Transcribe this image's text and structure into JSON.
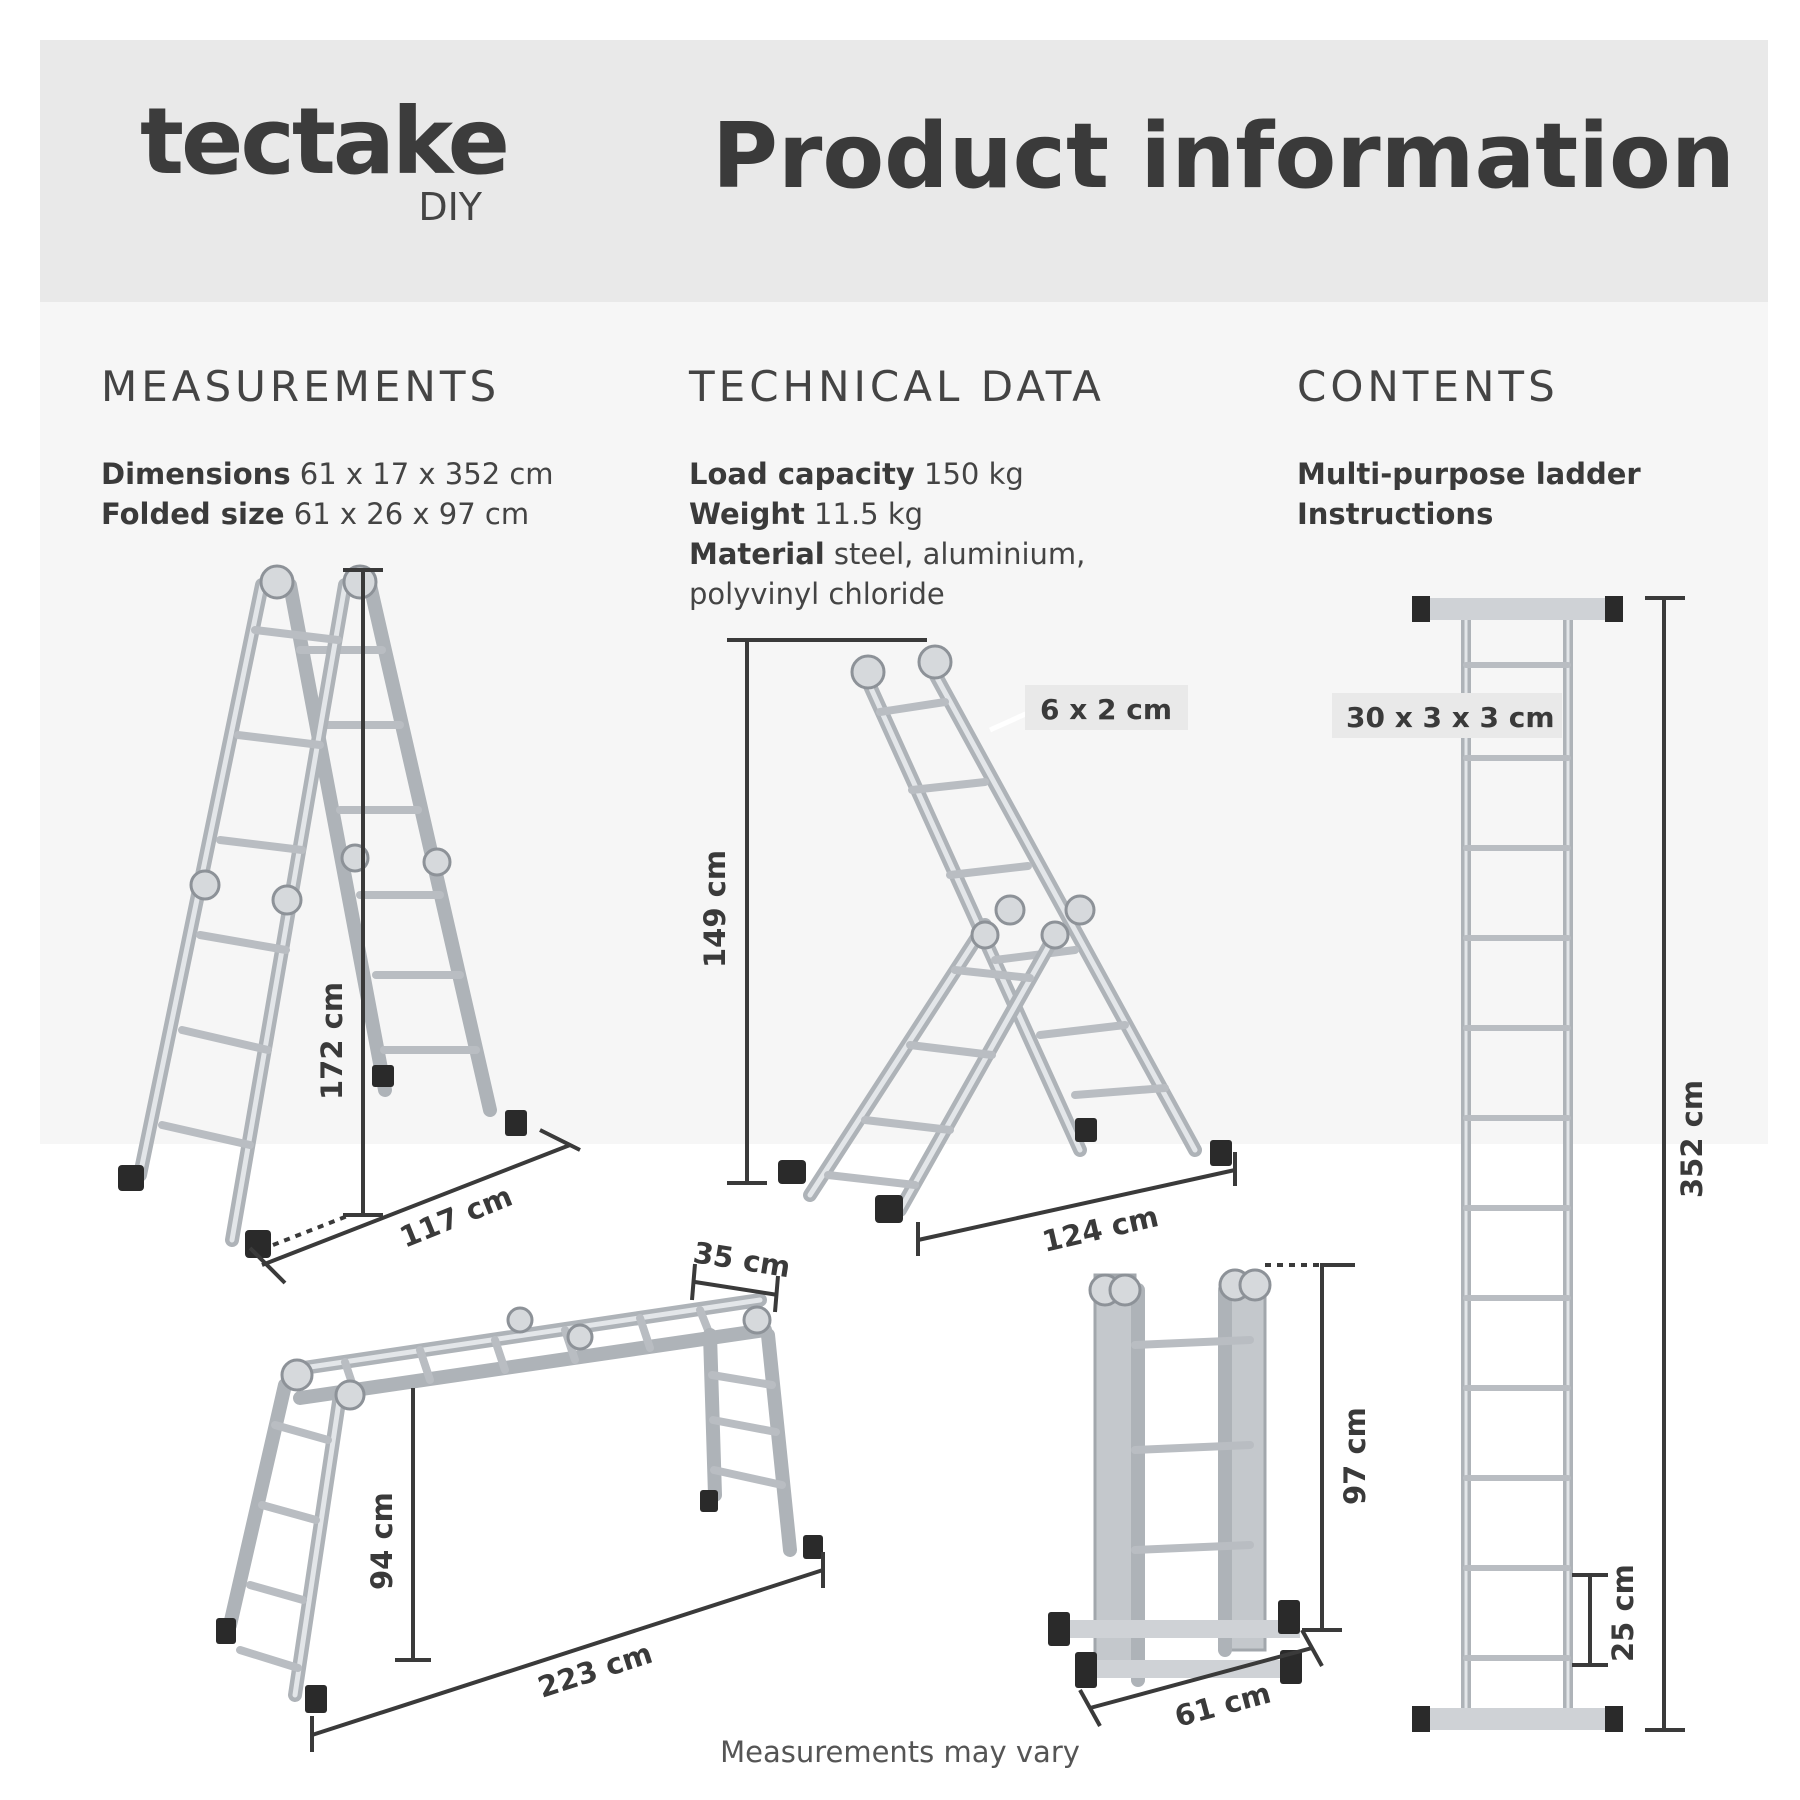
{
  "brand": {
    "name": "tectake",
    "sub": "DIY"
  },
  "page_title": "Product information",
  "sections": {
    "measurements": {
      "title": "MEASUREMENTS",
      "rows": [
        {
          "label": "Dimensions",
          "value": " 61 x 17 x 352 cm"
        },
        {
          "label": "Folded size",
          "value": " 61 x 26 x 97 cm"
        }
      ]
    },
    "technical": {
      "title": "TECHNICAL DATA",
      "rows": [
        {
          "label": "Load capacity",
          "value": " 150 kg"
        },
        {
          "label": "Weight",
          "value": " 11.5 kg"
        },
        {
          "label": "Material",
          "value": " steel, aluminium,"
        },
        {
          "label": "",
          "value": "polyvinyl chloride"
        }
      ]
    },
    "contents": {
      "title": "CONTENTS",
      "rows": [
        {
          "label": "Multi-purpose ladder",
          "value": ""
        },
        {
          "label": "Instructions",
          "value": ""
        }
      ]
    }
  },
  "dimensions": {
    "aframe_height": "172 cm",
    "aframe_base": "117 cm",
    "vshape_height": "149 cm",
    "vshape_base": "124 cm",
    "profile": "6 x 2 cm",
    "platform_depth": "35 cm",
    "platform_height": "94 cm",
    "platform_length": "223 cm",
    "folded_height": "97 cm",
    "folded_width": "61 cm",
    "rung": "30 x 3 x 3 cm",
    "full_height": "352 cm",
    "rung_spacing": "25 cm"
  },
  "footnote": "Measurements may vary",
  "colors": {
    "header_band": "#e9e9e9",
    "content_band": "#f6f6f6",
    "text": "#3a3a3a",
    "aluminium": "#c9cdd1",
    "foot": "#2a2a2a"
  }
}
